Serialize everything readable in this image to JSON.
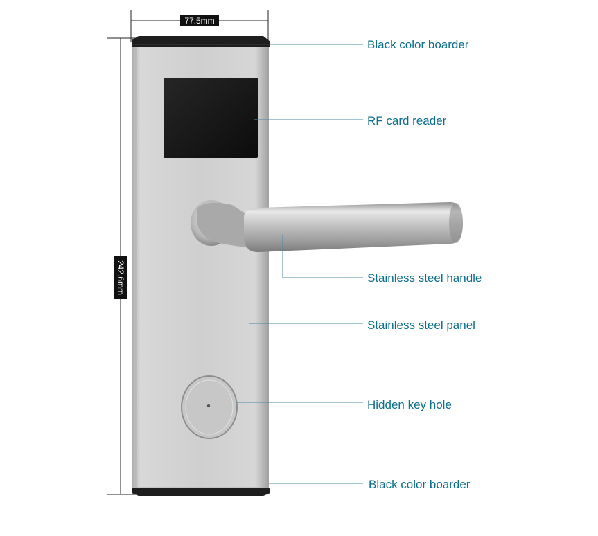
{
  "dimensions": {
    "width_label": "77.5mm",
    "height_label": "242.6mm"
  },
  "callouts": {
    "top_border": "Black color boarder",
    "rf_reader": "RF card reader",
    "handle": "Stainless steel handle",
    "panel": "Stainless steel panel",
    "keyhole": "Hidden key hole",
    "bottom_border": "Black color boarder"
  },
  "colors": {
    "callout_text": "#0d6f8e",
    "leader_line": "#4a8aa6",
    "border_strip": "#1e1e1e",
    "card_reader": "#161616",
    "panel_steel": "#c9c9c9"
  }
}
